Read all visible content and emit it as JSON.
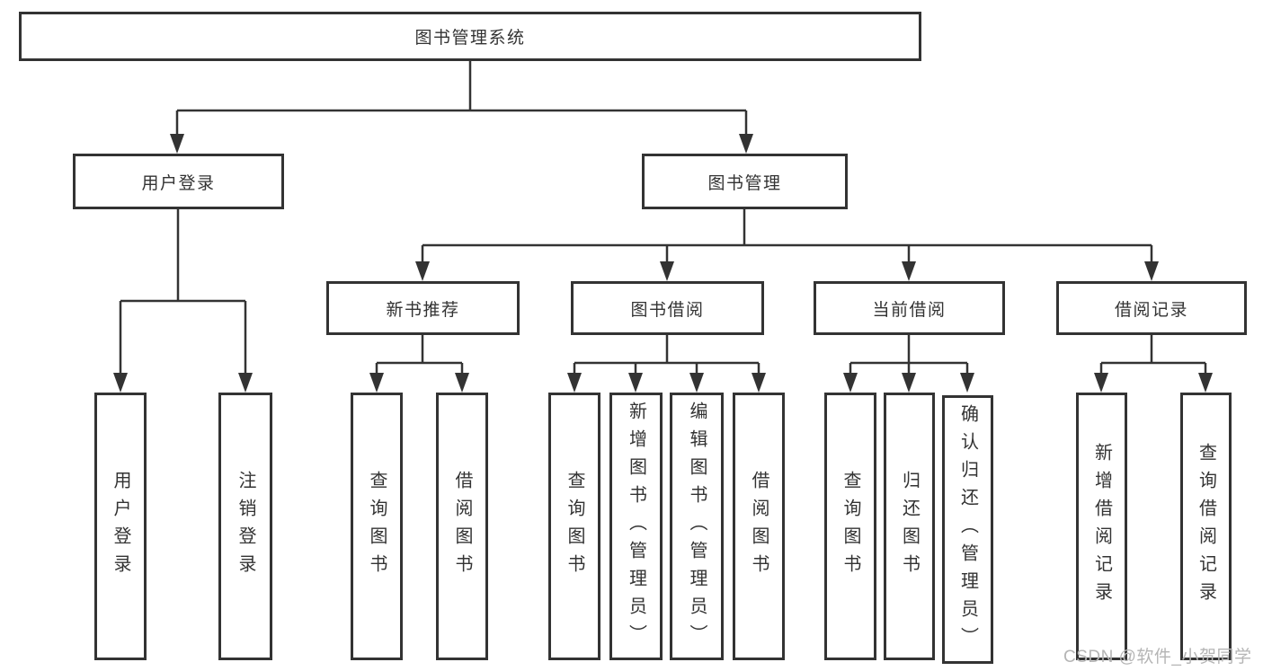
{
  "tree": {
    "root": {
      "label": "图书管理系统"
    },
    "user_login": {
      "label": "用户登录",
      "children": [
        {
          "label": "用户登录"
        },
        {
          "label": "注销登录"
        }
      ]
    },
    "book_mgmt": {
      "label": "图书管理",
      "groups": [
        {
          "label": "新书推荐",
          "children": [
            {
              "label": "查询图书"
            },
            {
              "label": "借阅图书"
            }
          ]
        },
        {
          "label": "图书借阅",
          "children": [
            {
              "label": "查询图书"
            },
            {
              "label": "新增图书（管理员）"
            },
            {
              "label": "编辑图书（管理员）"
            },
            {
              "label": "借阅图书"
            }
          ]
        },
        {
          "label": "当前借阅",
          "children": [
            {
              "label": "查询图书"
            },
            {
              "label": "归还图书"
            },
            {
              "label": "确认归还（管理员）"
            }
          ]
        },
        {
          "label": "借阅记录",
          "children": [
            {
              "label": "新增借阅记录"
            },
            {
              "label": "查询借阅记录"
            }
          ]
        }
      ]
    }
  },
  "watermark": {
    "text": "CSDN @软件_小贺同学"
  },
  "colors": {
    "line": "#333333",
    "box_background": "#ffffff",
    "text": "#333333",
    "watermark": "#b5b5b5"
  }
}
